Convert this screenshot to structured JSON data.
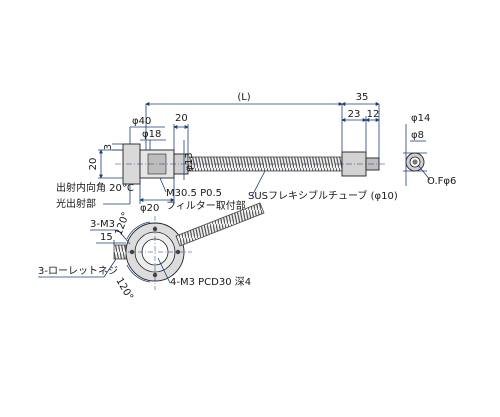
{
  "dimensions": {
    "length": "(L)",
    "d35": "35",
    "d23": "23",
    "d12": "12",
    "phi14": "φ14",
    "phi8": "φ8",
    "of_phi6": "O.Fφ6",
    "phi40": "φ40",
    "d20_top": "20",
    "phi18": "φ18",
    "phi13": "φ13",
    "d3": "3",
    "d20_side": "20",
    "m30": "M30.5 P0.5",
    "phi20": "φ20",
    "m3_count": "3-M3",
    "d15": "15",
    "angle_top": "120°",
    "angle_bottom": "120°"
  },
  "labels": {
    "emission_angle": "出射内向角 20°C",
    "emission_part": "光出射部",
    "filter_mount": "フィルター取付部",
    "sus_tube": "SUSフレキシブルチューブ (φ10)",
    "knurl_screw": "3-ローレットネジ",
    "pcd": "4-M3 PCD30 深4"
  },
  "colors": {
    "body_fill": "#d9d9d9",
    "body_dark": "#9a9a9a",
    "dim_line": "#1c3d7a",
    "tube": "#555555"
  }
}
